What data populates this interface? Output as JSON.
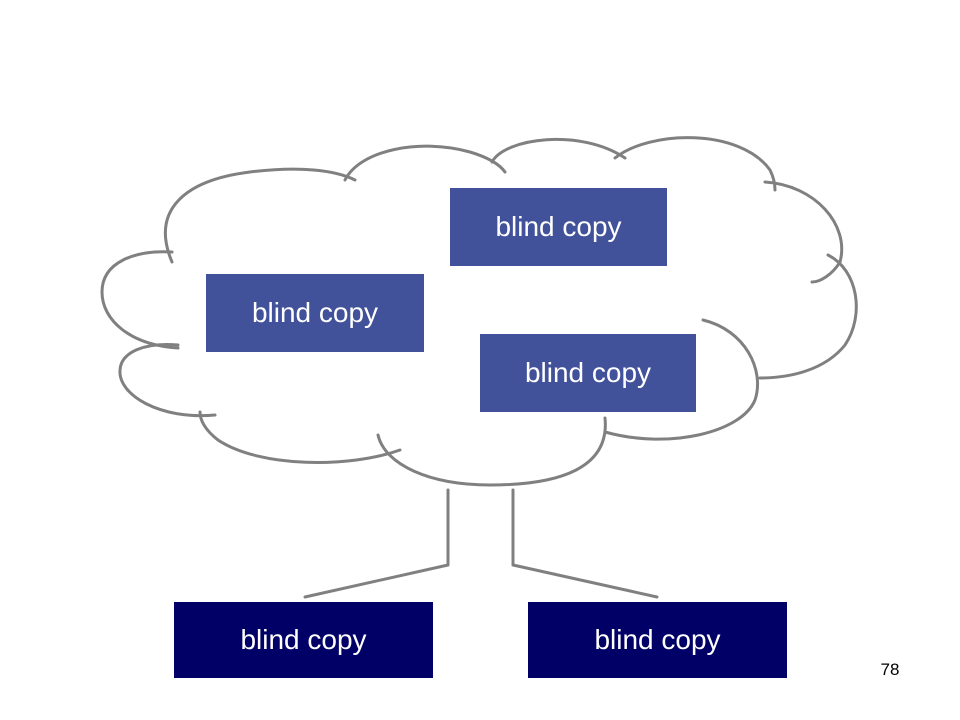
{
  "cloud": {
    "boxes": [
      {
        "label": "blind copy"
      },
      {
        "label": "blind copy"
      },
      {
        "label": "blind copy"
      }
    ]
  },
  "roots": [
    {
      "label": "blind copy"
    },
    {
      "label": "blind copy"
    }
  ],
  "page_number": "78",
  "colors": {
    "cloud_box": "#41519a",
    "root_box": "#000066",
    "outline": "#808080"
  }
}
